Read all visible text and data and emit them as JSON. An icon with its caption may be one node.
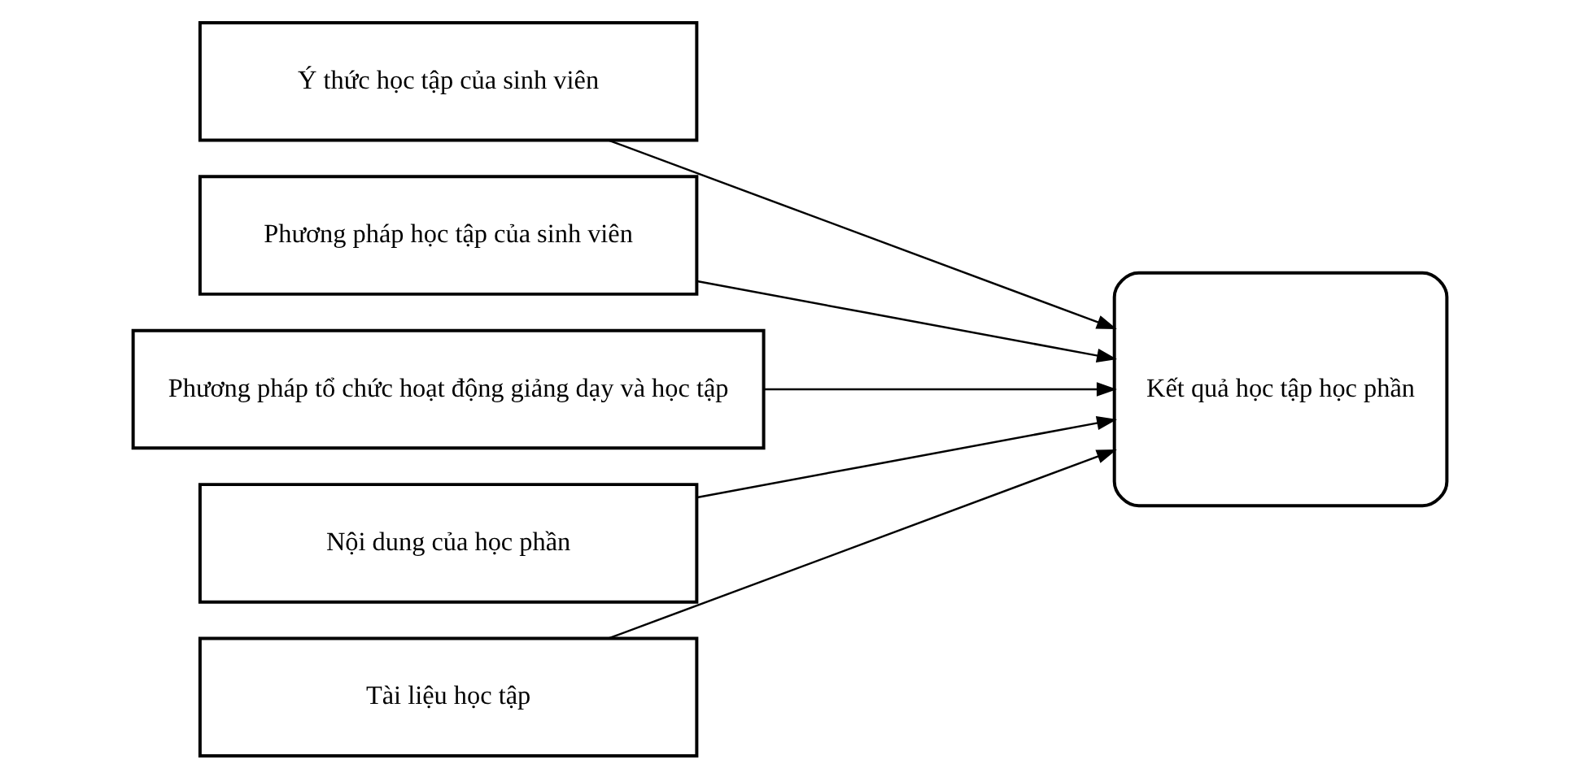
{
  "diagram": {
    "nodes": [
      {
        "text": [
          "Ý thức học tập của sinh viên"
        ]
      },
      {
        "text": [
          "Phương pháp học tập của sinh viên"
        ]
      },
      {
        "text": [
          "Phương pháp tổ chức hoạt động giảng dạy và học tập"
        ]
      },
      {
        "text": [
          "Nội dung của học phần"
        ]
      },
      {
        "text": [
          "Tài liệu học tập"
        ]
      },
      {
        "text": [
          "Kết quả học tập học phần"
        ]
      }
    ],
    "edges": [
      {
        "from": 0,
        "to": 5,
        "arrow": "to"
      },
      {
        "from": 1,
        "to": 5,
        "arrow": "to"
      },
      {
        "from": 2,
        "to": 5,
        "arrow": "to"
      },
      {
        "from": 3,
        "to": 5,
        "arrow": "to"
      },
      {
        "from": 4,
        "to": 5,
        "arrow": "to"
      }
    ]
  }
}
